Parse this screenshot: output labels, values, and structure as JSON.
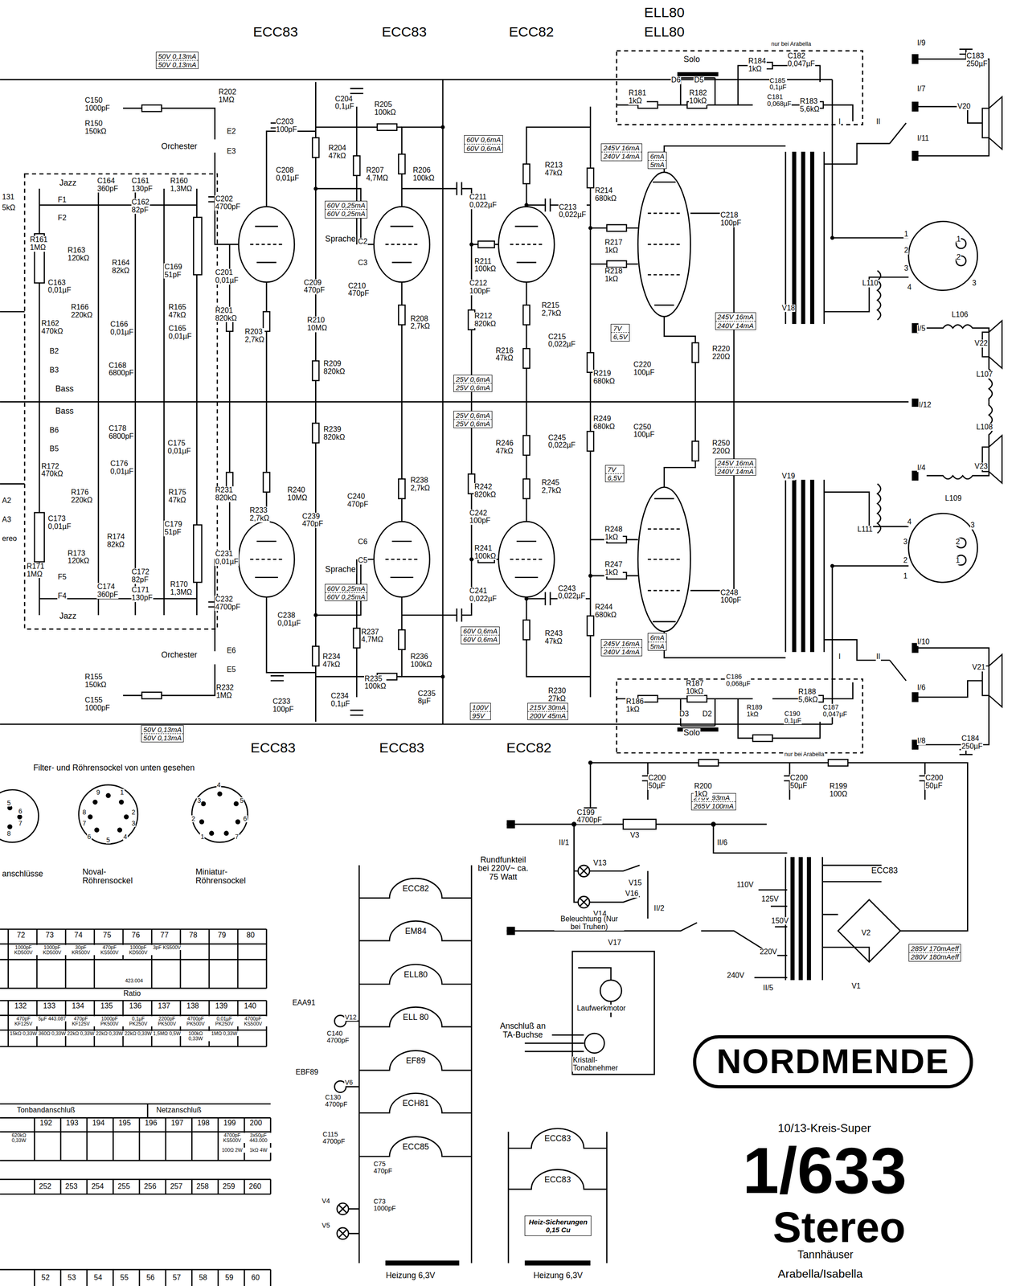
{
  "diagram": {
    "nodes": [
      {
        "text": [
          "50V 0,13mA",
          "50V 0,13mA"
        ]
      },
      {
        "text": [
          "60V 0,6mA",
          "60V 0,6mA"
        ]
      },
      {
        "text": [
          "245V 16mA",
          "240V 14mA"
        ]
      },
      {
        "text": [
          "6mA",
          "5mA"
        ]
      },
      {
        "text": [
          "60V 0,25mA",
          "60V 0,25mA"
        ]
      },
      {
        "text": [
          "245V 16mA",
          "240V 14mA"
        ]
      },
      {
        "text": [
          "7V",
          "6,5V"
        ]
      },
      {
        "text": [
          "25V 0,6mA",
          "25V 0,6mA"
        ]
      },
      {
        "text": [
          "25V 0,6mA",
          "25V 0,6mA"
        ]
      },
      {
        "text": [
          "245V 16mA",
          "240V 14mA"
        ]
      },
      {
        "text": [
          "7V",
          "6,5V"
        ]
      },
      {
        "text": [
          "60V 0,25mA",
          "60V 0,25mA"
        ]
      },
      {
        "text": [
          "60V 0,6mA",
          "60V 0,6mA"
        ]
      },
      {
        "text": [
          "245V 16mA",
          "240V 14mA"
        ]
      },
      {
        "text": [
          "6mA",
          "5mA"
        ]
      },
      {
        "text": [
          "100V",
          "95V"
        ]
      },
      {
        "text": [
          "215V 30mA",
          "200V 45mA"
        ]
      },
      {
        "text": [
          "50V 0,13mA",
          "50V 0,13mA"
        ]
      },
      {
        "text": [
          "270V 93mA",
          "265V 100mA"
        ]
      },
      {
        "text": [
          "285V 170mAeff",
          "280V 180mAeff"
        ]
      },
      {
        "text": [
          "NORDMENDE"
        ]
      },
      {
        "text": [
          "Heiz-Sicherungen 0,15 Cu"
        ]
      }
    ],
    "labels": [
      "ECC83",
      "ECC83",
      "ECC82",
      "ELL80",
      "ELL80",
      "131",
      "5kΩ",
      "C150 1000pF",
      "R150 150kΩ",
      "Orchester",
      "E2",
      "E3",
      "R202 1MΩ",
      "C203 100pF",
      "C204 0,1µF",
      "R205 100kΩ",
      "R204 47kΩ",
      "C208 0,01µF",
      "R207 4,7MΩ",
      "R206 100kΩ",
      "Jazz",
      "F1",
      "F2",
      "C164 360pF",
      "C161 130pF",
      "R160 1,3MΩ",
      "C162 82pF",
      "R161 1MΩ",
      "R163 120kΩ",
      "R164 82kΩ",
      "C169 51pF",
      "C163 0,01µF",
      "R166 220kΩ",
      "R165 47kΩ",
      "R162 470kΩ",
      "C166 0,01µF",
      "C165 0,01µF",
      "B2",
      "B3",
      "C168 6800pF",
      "Bass",
      "Bass",
      "C178 6800pF",
      "B6",
      "B5",
      "C175 0,01µF",
      "C176 0,01µF",
      "R172 470kΩ",
      "R176 220kΩ",
      "R175 47kΩ",
      "A2",
      "A3",
      "ereo",
      "C173 0,01µF",
      "C179 51pF",
      "R174 82kΩ",
      "R173 120kΩ",
      "R171 1MΩ",
      "C172 82pF",
      "F5",
      "R170 1,3MΩ",
      "C174 360pF",
      "C171 130pF",
      "F4",
      "Jazz",
      "C202 4700pF",
      "C201 0,01µF",
      "Sprache",
      "C2",
      "C3",
      "C209 470pF",
      "C210 470pF",
      "R201 820kΩ",
      "R210 10MΩ",
      "R203 2,7kΩ",
      "R208 2,7kΩ",
      "R209 820kΩ",
      "C211 0,022µF",
      "R213 47kΩ",
      "C213 0,022µF",
      "R214 680kΩ",
      "R211 100kΩ",
      "C212 100pF",
      "R217 1kΩ",
      "R218 1kΩ",
      "C218 100pF",
      "R215 2,7kΩ",
      "R212 820kΩ",
      "C215 0,022µF",
      "R216 47kΩ",
      "R219 680kΩ",
      "C220 100µF",
      "R220 220Ω",
      "R239 820kΩ",
      "R249 680kΩ",
      "C250 100µF",
      "R246 47kΩ",
      "C245 0,022µF",
      "R250 220Ω",
      "R238 2,7kΩ",
      "R231 820kΩ",
      "R240 10MΩ",
      "C240 470pF",
      "R242 820kΩ",
      "R245 2,7kΩ",
      "R233 2,7kΩ",
      "C239 470pF",
      "C242 100pF",
      "R248 1kΩ",
      "C6",
      "C5",
      "R241 100kΩ",
      "C231 0,01µF",
      "Sprache",
      "R247 1kΩ",
      "C241 0,022µF",
      "C243 0,022µF",
      "C248 100pF",
      "C232 4700pF",
      "R244 680kΩ",
      "C238 0,01µF",
      "R237 4,7MΩ",
      "R243 47kΩ",
      "Orchester",
      "E6",
      "E5",
      "R234 47kΩ",
      "R236 100kΩ",
      "R155 150kΩ",
      "R235 100kΩ",
      "R232 1MΩ",
      "R230 27kΩ",
      "C234 0,1µF",
      "C235 8µF",
      "C155 1000pF",
      "C233 100pF",
      "ECC83",
      "ECC83",
      "ECC82",
      "nur bei Arabella",
      "Solo",
      "R184 1kΩ",
      "C182 0,047µF",
      "D6",
      "D5",
      "C185 0,1µF",
      "R181 1kΩ",
      "R182 10kΩ",
      "C181 0,068µF",
      "R183 5,6kΩ",
      "I/9",
      "C183 250µF",
      "I/7",
      "V20",
      "I",
      "II",
      "I/11",
      "1",
      "2",
      "1",
      "2",
      "3",
      "3",
      "4",
      "L110",
      "V18",
      "L106",
      "I/5",
      "V22",
      "L107",
      "I/12",
      "L108",
      "V23",
      "I/4",
      "V19",
      "L109",
      "4",
      "3",
      "L111",
      "3",
      "2",
      "2",
      "1",
      "1",
      "I/10",
      "I",
      "II",
      "V21",
      "R187 10kΩ",
      "C186 0,068µF",
      "R188 5,6kΩ",
      "I/6",
      "R186 1kΩ",
      "R189 1kΩ",
      "C187 0,047µF",
      "D3",
      "D2",
      "C190 0,1µF",
      "Solo",
      "I/8",
      "C184 250µF",
      "nur bei Arabella",
      "R200 1kΩ",
      "R199 100Ω",
      "C200 50µF",
      "C200 50µF",
      "C200 50µF",
      "C199 4700pF",
      "Filter- und Röhrensockel von unten gesehen",
      "5",
      "6",
      "7",
      "8",
      "9",
      "1",
      "8",
      "2",
      "7",
      "3",
      "6",
      "5",
      "4",
      "4",
      "3",
      "5",
      "2",
      "6",
      "1",
      "7",
      "anschlüsse",
      "Noval- Röhrensockel",
      "Miniatur- Röhrensockel",
      "72",
      "73",
      "74",
      "75",
      "76",
      "77",
      "78",
      "79",
      "80",
      "1000pF KD500V",
      "1000pF KD500V",
      "30pF KR500V",
      "470pF KS500V",
      "1000pF KD500V",
      "3pF KS500V",
      "423.004",
      "Ratio",
      "132",
      "133",
      "134",
      "135",
      "136",
      "137",
      "138",
      "139",
      "140",
      "470pF KF125V",
      "5µF 443.087",
      "470pF KF125V",
      "1000pF PK500V",
      "0,1µF PK250V",
      "2200pF PK500V",
      "4700pF PK500V",
      "0,01µF PK250V",
      "4700pF KS500V",
      "15kΩ 0,33W",
      "360Ω 0,33W",
      "22kΩ 0,33W",
      "22kΩ 0,33W",
      "22kΩ 0,33W",
      "1,5MΩ 0,5W",
      "100kΩ 0,33W",
      "1MΩ 0,33W",
      "Tonbandanschluß",
      "Netzanschluß",
      "192",
      "193",
      "194",
      "195",
      "196",
      "197",
      "198",
      "199",
      "200",
      "620kΩ 0,33W",
      "4700pF KS500V",
      "3x50µF 443.000",
      "100Ω 2W",
      "1kΩ 4W",
      "252",
      "253",
      "254",
      "255",
      "256",
      "257",
      "258",
      "259",
      "260",
      "52",
      "53",
      "54",
      "55",
      "56",
      "57",
      "58",
      "59",
      "60",
      "ECC82",
      "EM84",
      "ELL80",
      "ELL 80",
      "EF89",
      "ECH81",
      "ECC85",
      "EAA91",
      "V12",
      "C140 4700pF",
      "EBF89",
      "V6",
      "C130 4700pF",
      "C115 4700pF",
      "C75 470pF",
      "C73 1000pF",
      "V4",
      "V5",
      "Heizung 6,3V",
      "ECC83",
      "ECC83",
      "Heizung 6,3V",
      "V3",
      "II/1",
      "II/6",
      "Rundfunkteil bei 220V~ ca. 75 Watt",
      "V13",
      "V15",
      "V14",
      "V16",
      "Beleuchtung (Nur bei Truhen)",
      "II/2",
      "ECC83",
      "110V",
      "125V",
      "150V",
      "V2",
      "220V",
      "V17",
      "V1",
      "240V",
      "II/5",
      "Laufwerkmotor",
      "Anschluß an TA-Buchse",
      "Kristall- Tonabnehmer",
      "10/13-Kreis-Super",
      "1/633",
      "Stereo",
      "Tannhäuser",
      "Arabella/Isabella"
    ]
  }
}
